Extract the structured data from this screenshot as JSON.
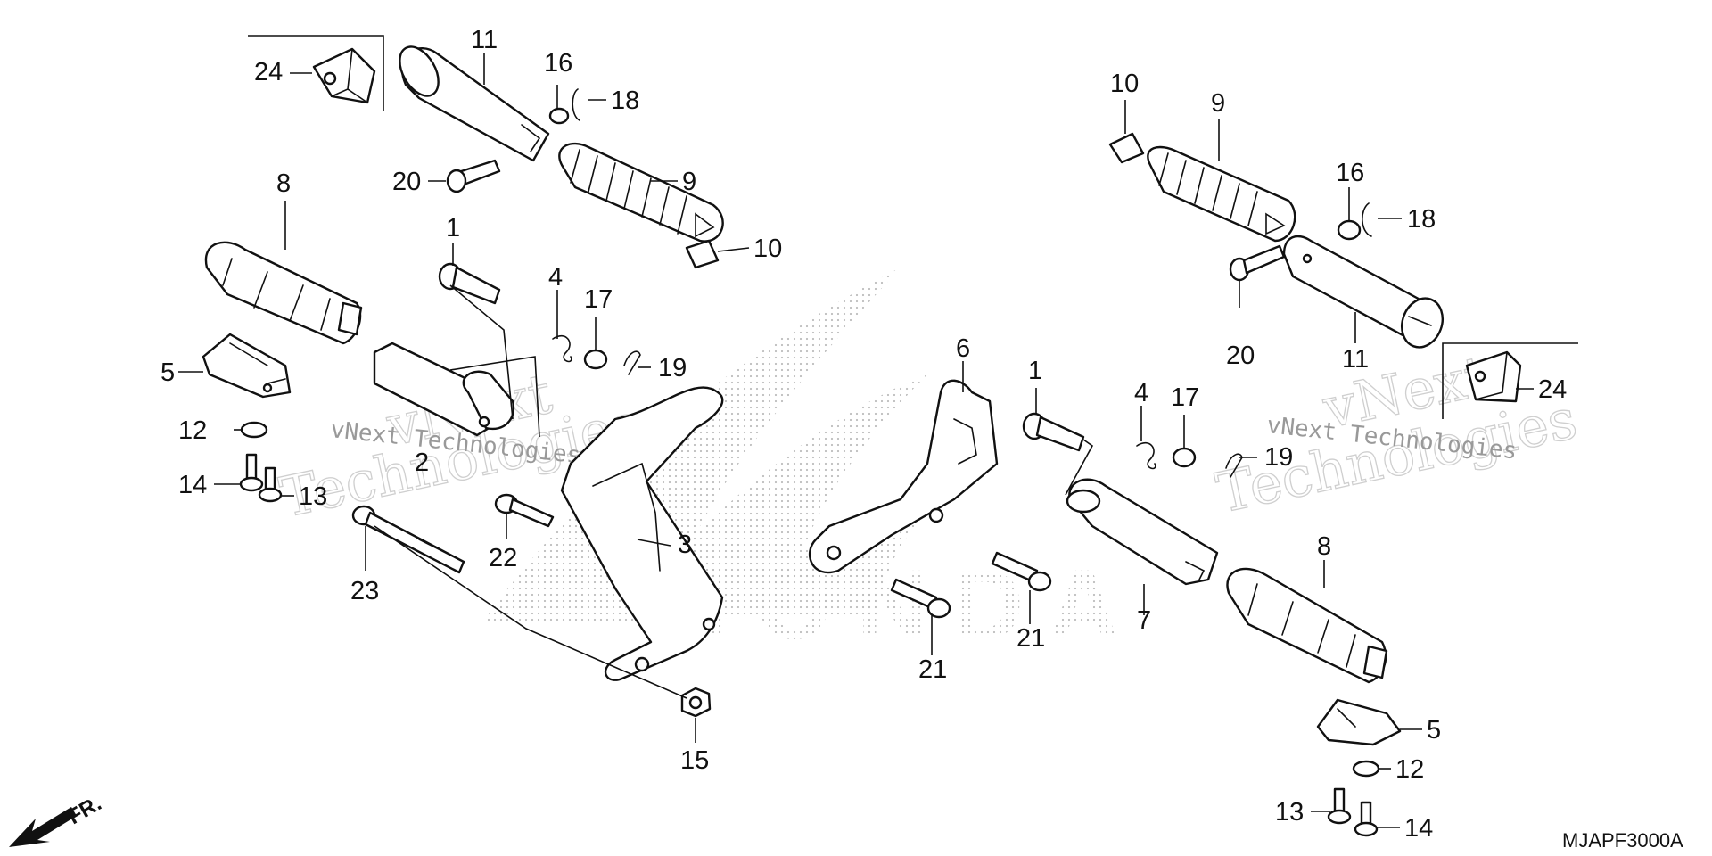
{
  "diagram": {
    "code": "MJAPF3000A",
    "front_label": "FR.",
    "watermark_line1": "vNext",
    "watermark_line2": "Technologies",
    "watermark_inline": "vNext Technologies",
    "callouts": [
      "1",
      "1",
      "2",
      "3",
      "4",
      "4",
      "5",
      "5",
      "6",
      "7",
      "8",
      "8",
      "9",
      "9",
      "10",
      "10",
      "11",
      "11",
      "12",
      "12",
      "13",
      "13",
      "14",
      "14",
      "15",
      "16",
      "16",
      "17",
      "17",
      "18",
      "18",
      "19",
      "19",
      "20",
      "20",
      "21",
      "21",
      "22",
      "23",
      "24",
      "24"
    ]
  }
}
